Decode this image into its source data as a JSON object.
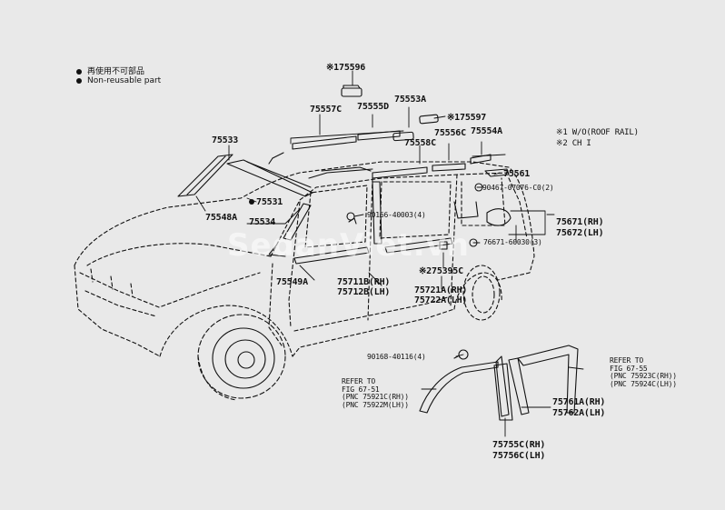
{
  "legend": {
    "items": [
      {
        "text": "再使用不可部品"
      },
      {
        "text": "Non-reusable part"
      }
    ]
  },
  "notes": {
    "note1": "※1 W/O(ROOF RAIL)",
    "note2": "※2 CH I"
  },
  "labels": {
    "l175596": "※175596",
    "l75557C": "75557C",
    "l75555D": "75555D",
    "l75553A": "75553A",
    "l175597": "※175597",
    "l75533": "75533",
    "l75558C": "75558C",
    "l75556C": "75556C",
    "l75554A": "75554A",
    "l75561": "75561",
    "l90467": "90467-07076-C0(2)",
    "l75531": "75531",
    "l75548A": "75548A",
    "l75534": "75534",
    "l90166": "90166-40003(4)",
    "l75671": "75671(RH)",
    "l75672": "75672(LH)",
    "l76671": "76671-60030(3)",
    "l75395C": "※275395C",
    "l75549A": "75549A",
    "l75711B": "75711B(RH)",
    "l75712B": "75712B(LH)",
    "l75721A": "75721A(RH)",
    "l75722A": "75722A(LH)",
    "l90168": "90168-40116(4)",
    "l75761A": "75761A(RH)",
    "l75762A": "75762A(LH)",
    "l75755C": "75755C(RH)",
    "l75756C": "75756C(LH)"
  },
  "refs": {
    "left": [
      "REFER TO",
      "FIG 67-51",
      "(PNC 75921C(RH))",
      "(PNC 75922M(LH))"
    ],
    "right": [
      "REFER TO",
      "FIG 67-55",
      "(PNC 75923C(RH))",
      "(PNC 75924C(LH))"
    ]
  },
  "watermark": "SedanViet.vn"
}
